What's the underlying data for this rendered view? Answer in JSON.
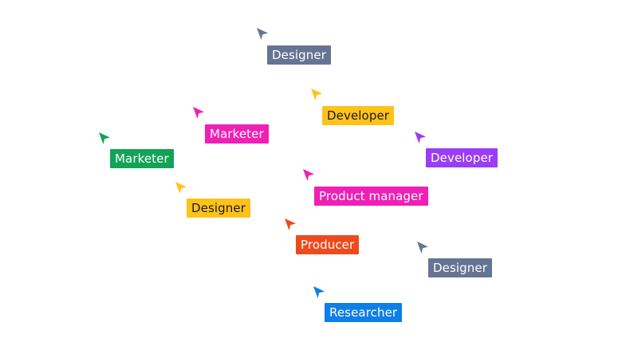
{
  "cursors": [
    {
      "label": "Designer",
      "color": "#667494",
      "text_color": "#ffffff",
      "icon": "cursor-arrow-icon"
    },
    {
      "label": "Developer",
      "color": "#ffc21a",
      "text_color": "#1a1a1a",
      "icon": "cursor-arrow-icon"
    },
    {
      "label": "Marketer",
      "color": "#f01fb6",
      "text_color": "#ffffff",
      "icon": "cursor-arrow-icon"
    },
    {
      "label": "Marketer",
      "color": "#12a356",
      "text_color": "#ffffff",
      "icon": "cursor-arrow-icon"
    },
    {
      "label": "Developer",
      "color": "#9a3df5",
      "text_color": "#ffffff",
      "icon": "cursor-arrow-icon"
    },
    {
      "label": "Product manager",
      "color": "#f01fb6",
      "text_color": "#ffffff",
      "icon": "cursor-arrow-icon"
    },
    {
      "label": "Designer",
      "color": "#ffc21a",
      "text_color": "#1a1a1a",
      "icon": "cursor-arrow-icon"
    },
    {
      "label": "Producer",
      "color": "#ee4a1e",
      "text_color": "#ffffff",
      "icon": "cursor-arrow-icon"
    },
    {
      "label": "Designer",
      "color": "#667494",
      "text_color": "#ffffff",
      "icon": "cursor-arrow-icon"
    },
    {
      "label": "Researcher",
      "color": "#0e7fe8",
      "text_color": "#ffffff",
      "icon": "cursor-arrow-icon"
    }
  ]
}
